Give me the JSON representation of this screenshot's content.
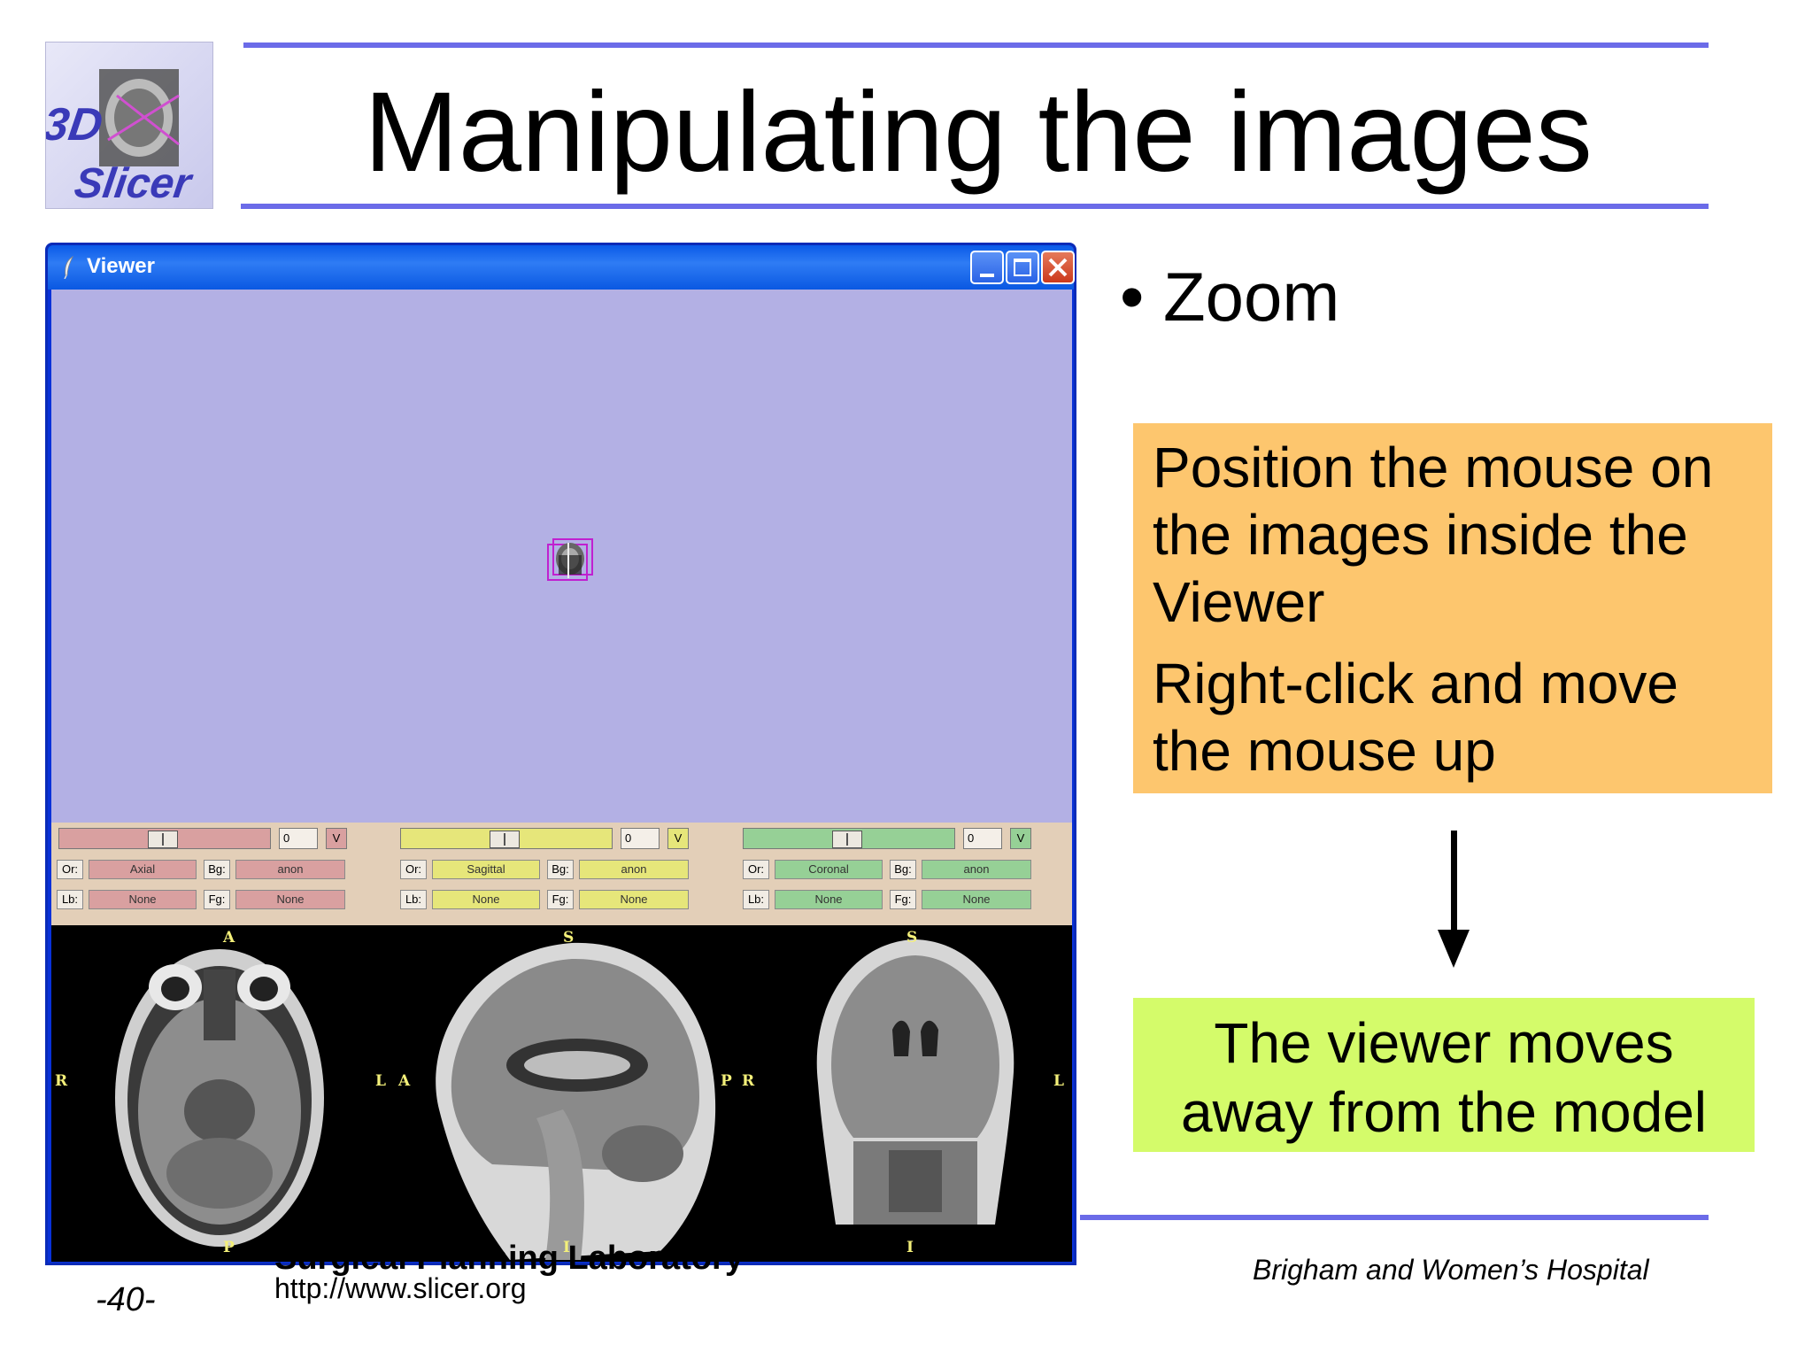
{
  "slide": {
    "title": "Manipulating the images",
    "bullet": "• Zoom",
    "instruction_lines": [
      "Position the mouse on the images inside the Viewer",
      "Right-click and move the mouse up"
    ],
    "result_lines": [
      "The viewer moves",
      "away from the model"
    ],
    "page_number": "-40-",
    "footer_org": "Surgical Planning Laboratory",
    "footer_url": "http://www.slicer.org",
    "footer_hospital": "Brigham and Women’s Hospital",
    "accent_color": "#6b6be8",
    "logo_text": [
      "3D",
      "Slicer"
    ]
  },
  "viewer": {
    "title": "Viewer",
    "icons": [
      "feather-icon",
      "minimize-icon",
      "maximize-icon",
      "close-icon"
    ],
    "slices": [
      {
        "slider_value": "0",
        "v_label": "V",
        "or_label": "Or:",
        "orientation": "Axial",
        "bg_label": "Bg:",
        "bg": "anon",
        "lb_label": "Lb:",
        "label_value": "None",
        "fg_label": "Fg:",
        "fg": "None",
        "color": "#d9a0a0",
        "markers": {
          "top": "A",
          "left": "R",
          "right": "L",
          "bottom": "P"
        }
      },
      {
        "slider_value": "0",
        "v_label": "V",
        "or_label": "Or:",
        "orientation": "Sagittal",
        "bg_label": "Bg:",
        "bg": "anon",
        "lb_label": "Lb:",
        "label_value": "None",
        "fg_label": "Fg:",
        "fg": "None",
        "color": "#e6e67a",
        "markers": {
          "top": "S",
          "left": "A",
          "right": "P",
          "bottom": "I"
        }
      },
      {
        "slider_value": "0",
        "v_label": "V",
        "or_label": "Or:",
        "orientation": "Coronal",
        "bg_label": "Bg:",
        "bg": "anon",
        "lb_label": "Lb:",
        "label_value": "None",
        "fg_label": "Fg:",
        "fg": "None",
        "color": "#96d096",
        "markers": {
          "top": "S",
          "left": "R",
          "right": "L",
          "bottom": "I"
        }
      }
    ]
  }
}
